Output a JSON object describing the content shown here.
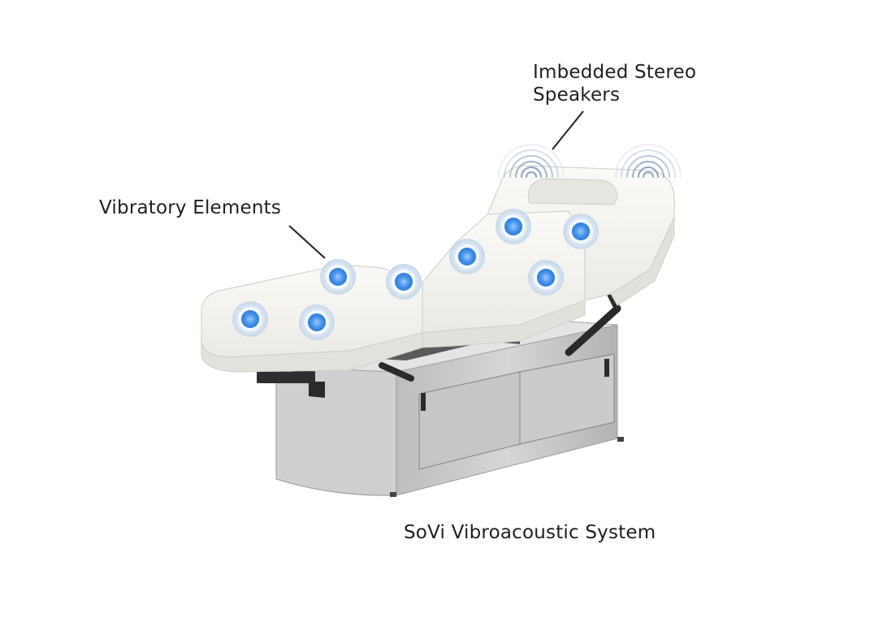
{
  "labels": {
    "vibratory_elements": "Vibratory Elements",
    "speakers_line1": "Imbedded Stereo",
    "speakers_line2": "Speakers",
    "caption": "SoVi Vibroacoustic System"
  },
  "colors": {
    "cushion": "#f3f2ee",
    "cushion_shadow": "#d9d8d3",
    "cabinet": "#c9c9c9",
    "cabinet_dark": "#a9a9a9",
    "vibration_ring": "#c9d9ea",
    "vibration_core": "#3f8ee8",
    "speaker_wave": "#8fa7c1",
    "leader_line": "#222222"
  },
  "icons": {
    "vibration": "vibration-element-icon",
    "speaker": "speaker-wave-icon"
  }
}
